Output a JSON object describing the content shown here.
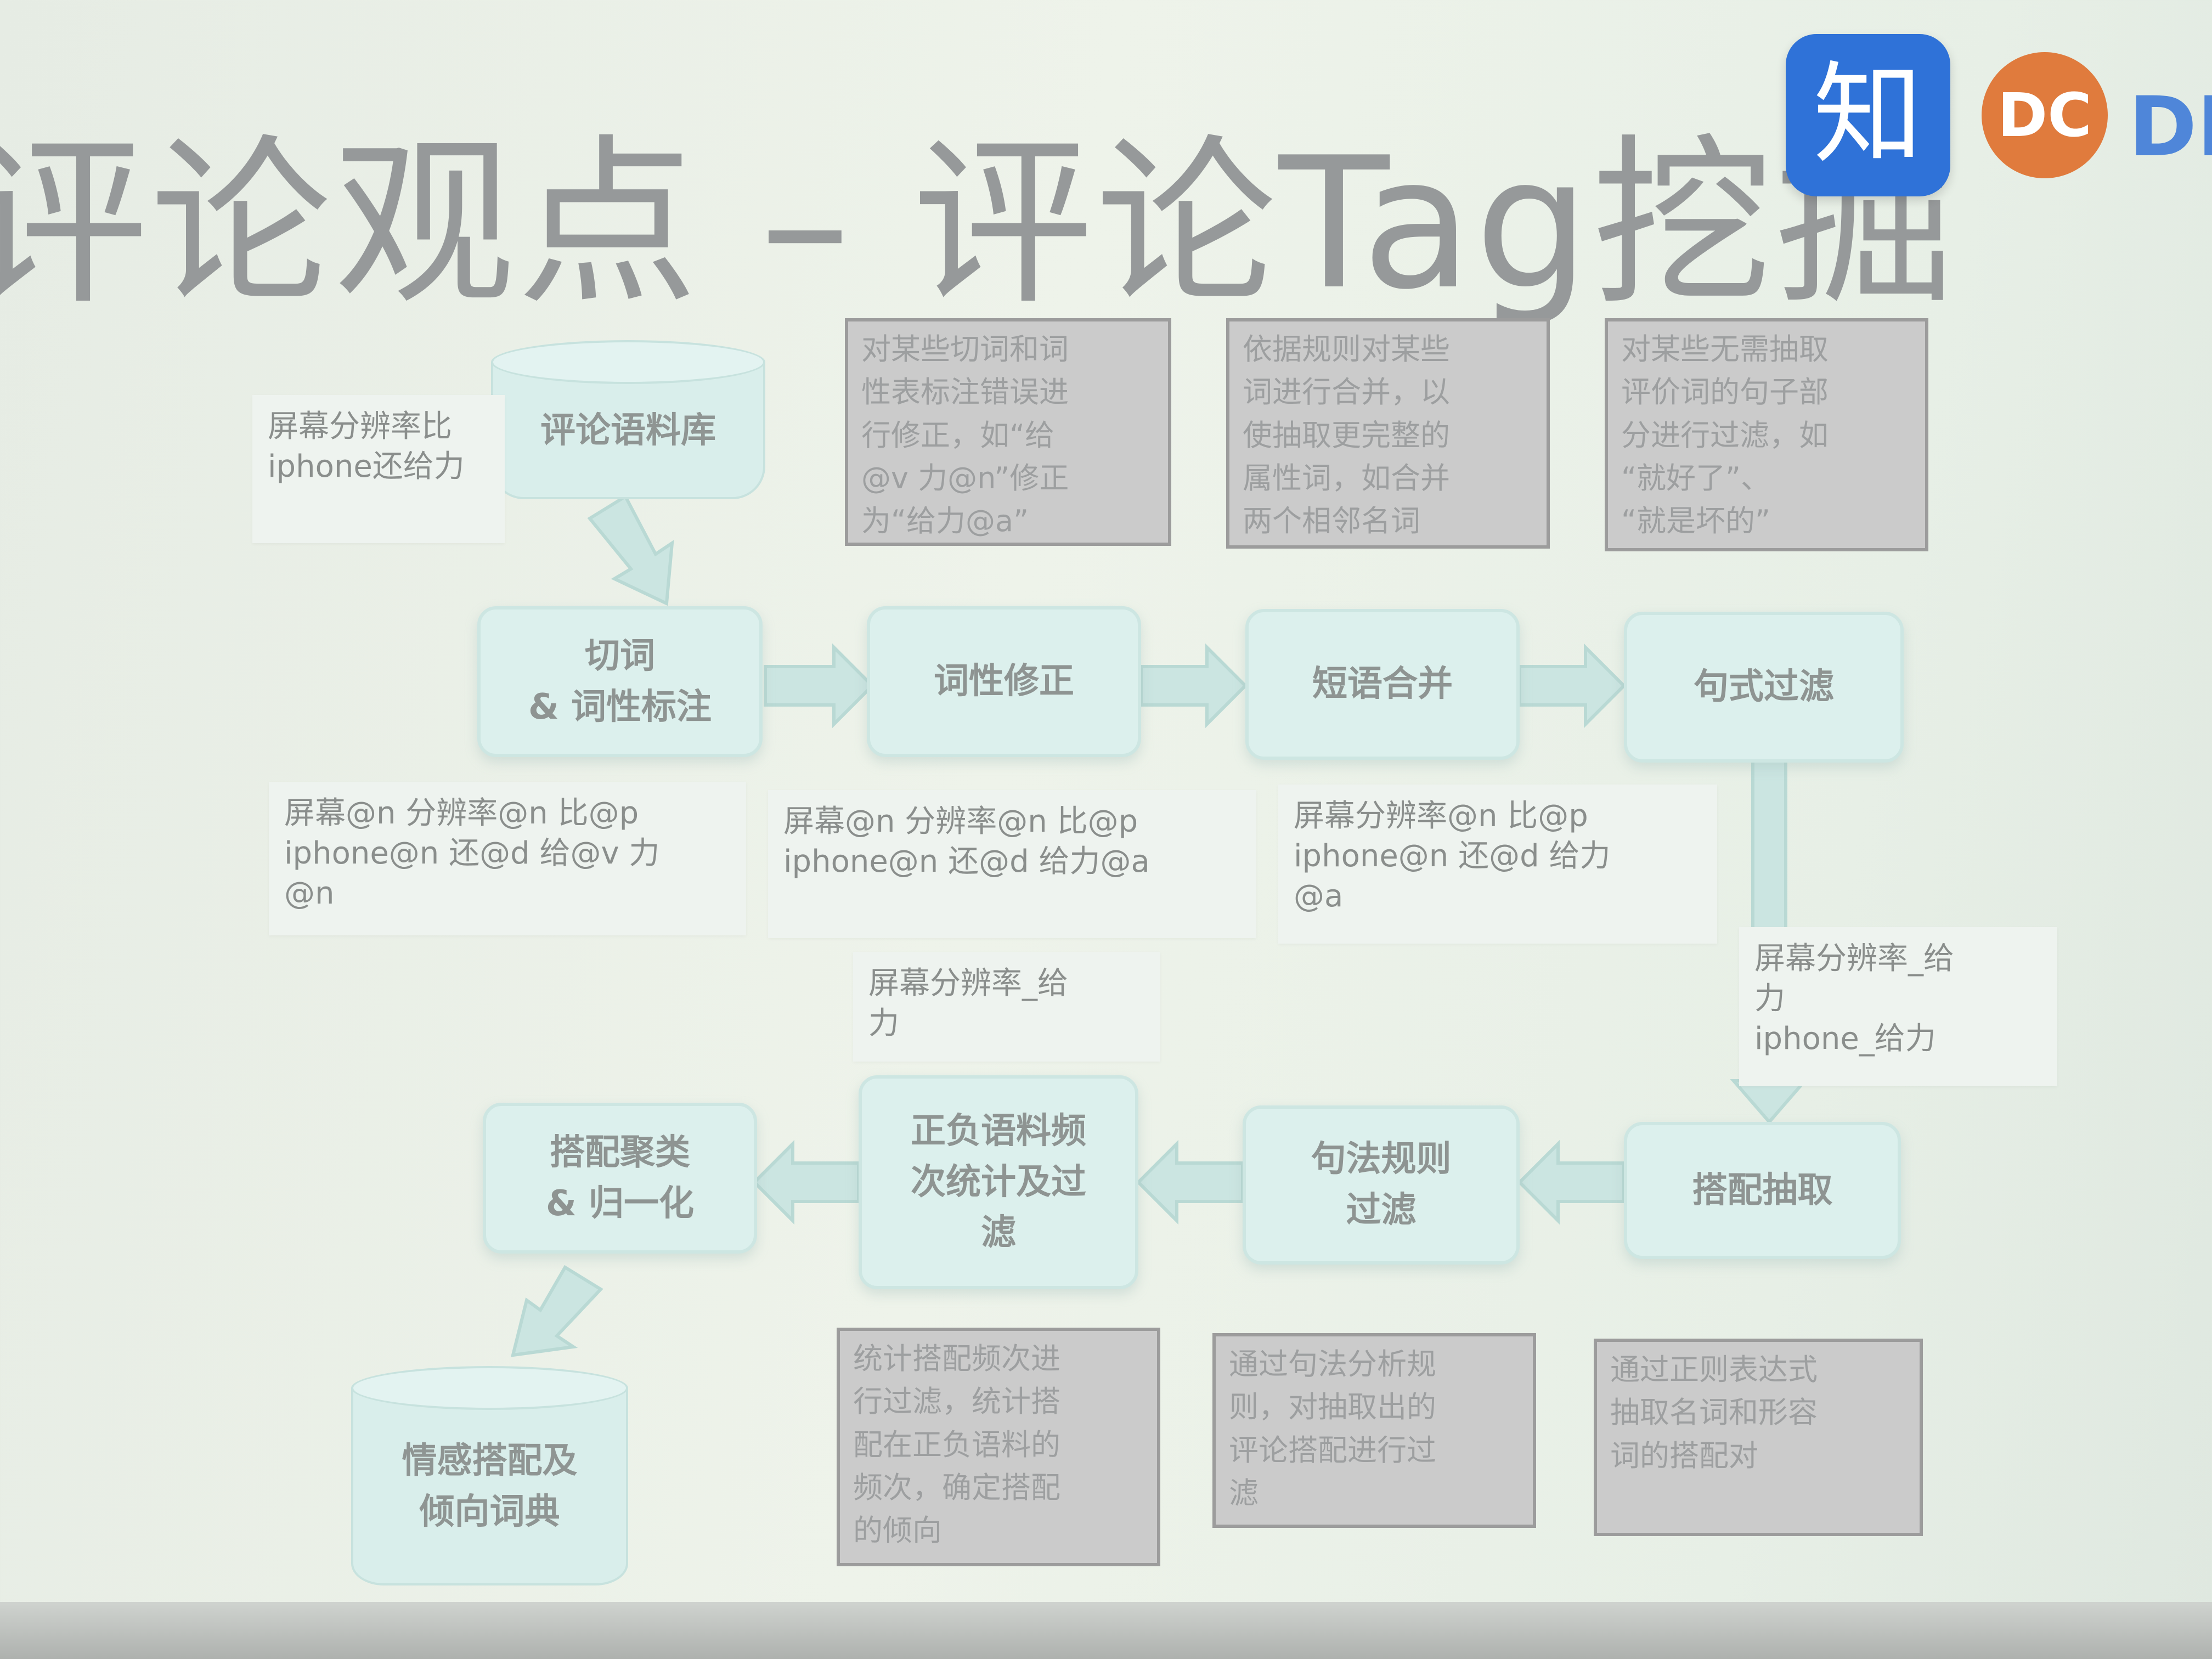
{
  "slide": {
    "title": "评论观点 – 评论Tag挖掘",
    "logo_zhi": "知",
    "logo_dc": "DC",
    "logo_de": "DE"
  },
  "colors": {
    "process_fill": "#dcf0ed",
    "note_fill": "#cbcbcb",
    "sample_fill": "#eef3ef",
    "arrow": "#cbe5e1"
  },
  "nodes": {
    "corpus": "评论语料库",
    "seg": "切词\n& 词性标注",
    "pos_fix": "词性修正",
    "phrase_merge": "短语合并",
    "sentence_filter": "句式过滤",
    "collocation_extract": "搭配抽取",
    "syntax_filter": "句法规则\n过滤",
    "freq_filter": "正负语料频\n次统计及过\n滤",
    "cluster": "搭配聚类\n& 归一化",
    "dictionary": "情感搭配及\n倾向词典"
  },
  "notes": {
    "pos_fix": "对某些切词和词\n性表标注错误进\n行修正，如“给\n@v 力@n”修正\n为“给力@a”",
    "phrase_merge": "依据规则对某些\n词进行合并，以\n使抽取更完整的\n属性词，如合并\n两个相邻名词",
    "sentence_filter": "对某些无需抽取\n评价词的句子部\n分进行过滤，如\n“就好了”、\n“就是坏的”",
    "freq_filter": "统计搭配频次进\n行过滤，统计搭\n配在正负语料的\n频次，确定搭配\n的倾向",
    "syntax_filter": "通过句法分析规\n则，对抽取出的\n评论搭配进行过\n滤",
    "collocation_extract": "通过正则表达式\n抽取名词和形容\n词的搭配对"
  },
  "samples": {
    "raw": "屏幕分辨率比\niphone还给力",
    "seg": "屏幕@n 分辨率@n 比@p\niphone@n 还@d 给@v 力\n@n",
    "pos_fix": "屏幕@n 分辨率@n 比@p\niphone@n 还@d 给力@a",
    "phrase_merge": "屏幕分辨率@n 比@p\niphone@n 还@d 给力\n@a",
    "sentence_filter": "屏幕分辨率_给\n力\niphone_给力",
    "freq": "屏幕分辨率_给\n力"
  }
}
